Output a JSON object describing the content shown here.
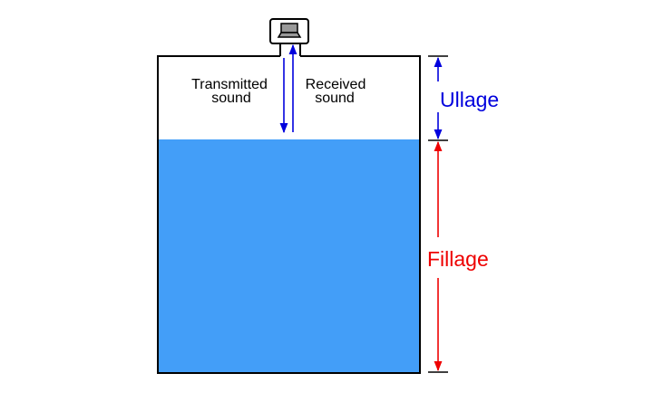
{
  "labels": {
    "transmitted_line1": "Transmitted",
    "transmitted_line2": "sound",
    "received_line1": "Received",
    "received_line2": "sound",
    "ullage": "Ullage",
    "fillage": "Fillage"
  },
  "colors": {
    "liquid": "#439ef8",
    "ullage": "#0000dd",
    "fillage": "#ee0000",
    "outline": "#000000",
    "sensor_face": "#999999"
  },
  "icons": {
    "sensor": "ultrasonic-transducer-icon"
  }
}
